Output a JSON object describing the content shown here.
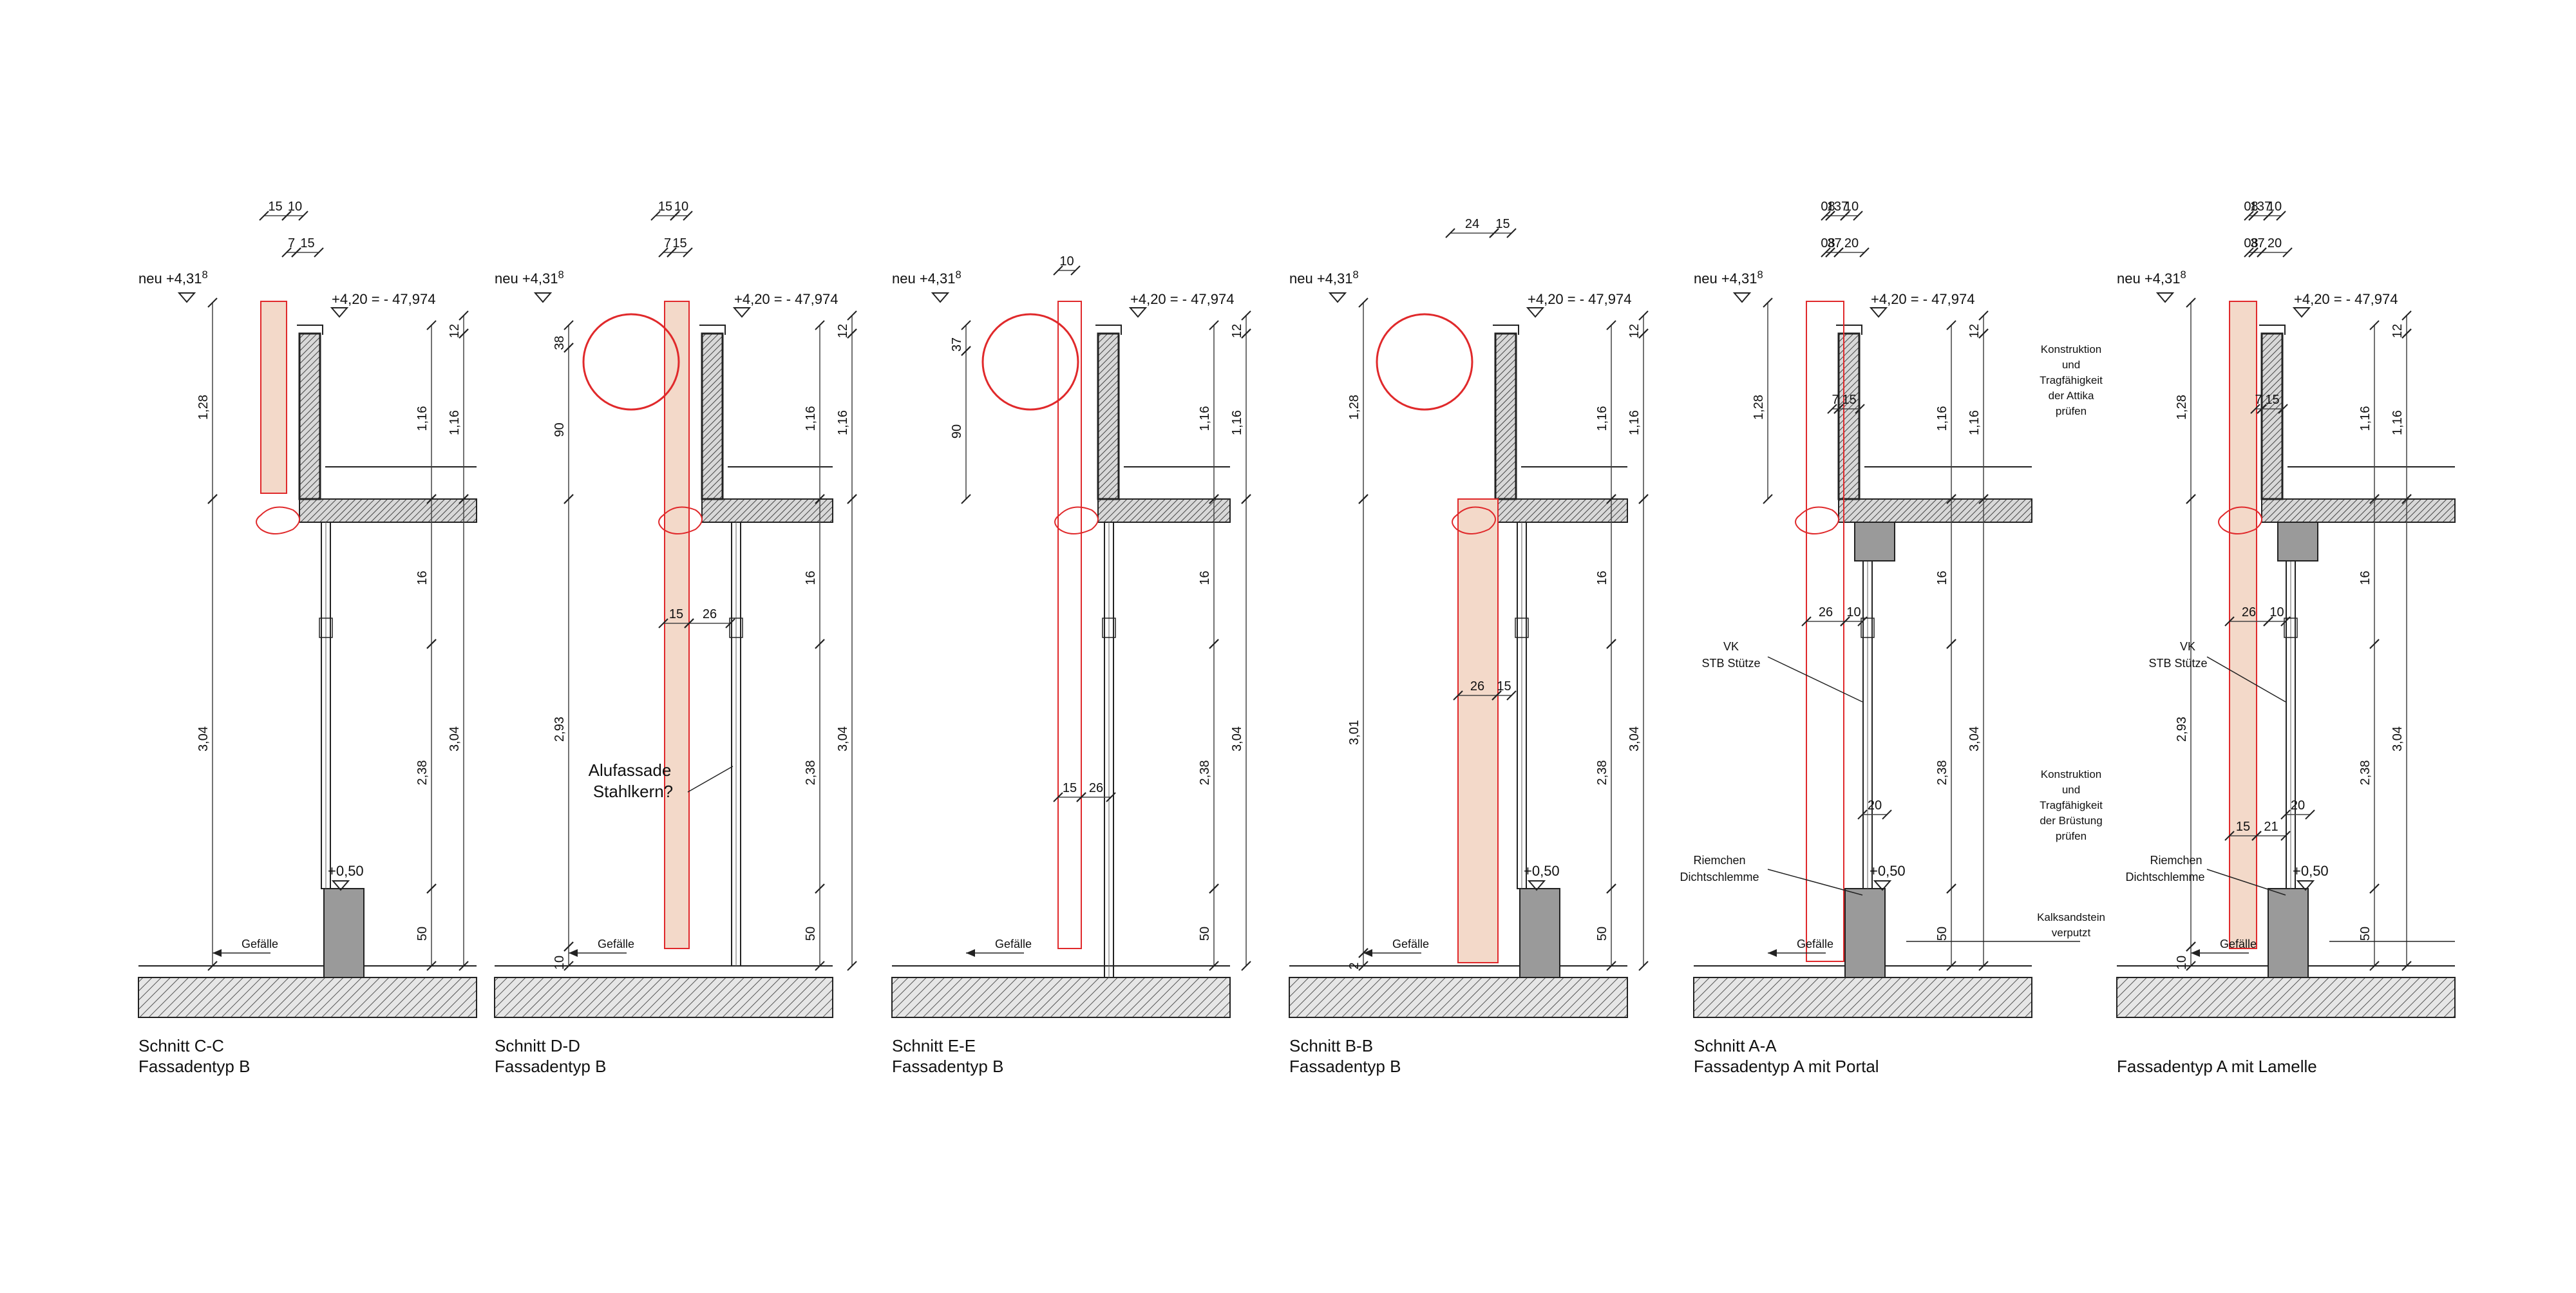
{
  "sections": [
    {
      "id": "cc",
      "title": "Schnitt C-C",
      "subtitle": "Fassadentyp B",
      "top_left_level": "neu +4,31",
      "top_left_sup": "8",
      "level_top": "+4,20 =  - 47,974",
      "level_bottom": "+0,50",
      "slope": "Gefälle",
      "dims_top": [
        "15",
        "10",
        "7",
        "15"
      ],
      "dims_left": [
        "1,28",
        "3,04"
      ],
      "dims_right_a": [
        "1,16",
        "16",
        "2,38",
        "50"
      ],
      "dims_right_b": [
        "12",
        "1,16",
        "3,04"
      ],
      "notes": []
    },
    {
      "id": "dd",
      "title": "Schnitt D-D",
      "subtitle": "Fassadentyp B",
      "top_left_level": "neu +4,31",
      "top_left_sup": "8",
      "level_top": "+4,20 =  - 47,974",
      "slope": "Gefälle",
      "dims_top": [
        "15",
        "10",
        "7",
        "15"
      ],
      "dims_left": [
        "38",
        "90",
        "2,93",
        "10"
      ],
      "dims_mid": [
        "15",
        "26"
      ],
      "dims_right_a": [
        "1,16",
        "16",
        "2,38",
        "50"
      ],
      "dims_right_b": [
        "12",
        "1,16",
        "3,04"
      ],
      "notes": [
        "Alufassade",
        "Stahlkern?"
      ]
    },
    {
      "id": "ee",
      "title": "Schnitt E-E",
      "subtitle": "Fassadentyp B",
      "top_left_level": "neu +4,31",
      "top_left_sup": "8",
      "level_top": "+4,20 =  - 47,974",
      "slope": "Gefälle",
      "dims_top": [
        "10"
      ],
      "dims_left": [
        "37",
        "90"
      ],
      "dims_mid": [
        "15",
        "26"
      ],
      "dims_right_a": [
        "1,16",
        "16",
        "2,38",
        "50"
      ],
      "dims_right_b": [
        "12",
        "1,16",
        "3,04"
      ],
      "notes": []
    },
    {
      "id": "bb",
      "title": "Schnitt B-B",
      "subtitle": "Fassadentyp B",
      "top_left_level": "neu +4,31",
      "top_left_sup": "8",
      "level_top": "+4,20 =  - 47,974",
      "level_bottom": "+0,50",
      "slope": "Gefälle",
      "dims_top": [
        "24",
        "15"
      ],
      "dims_left": [
        "1,28",
        "3,01",
        "2"
      ],
      "dims_mid": [
        "26",
        "15"
      ],
      "dims_right_a": [
        "1,16",
        "16",
        "2,38",
        "50"
      ],
      "dims_right_b": [
        "12",
        "1,16",
        "3,04"
      ],
      "notes": []
    },
    {
      "id": "aa",
      "title": "Schnitt A-A",
      "subtitle": "Fassadentyp A mit Portal",
      "top_left_level": "neu +4,31",
      "top_left_sup": "8",
      "level_top": "+4,20 =  - 47,974",
      "level_bottom": "+0,50",
      "slope": "Gefälle",
      "dims_top": [
        "0",
        "8",
        "13",
        "7",
        "10",
        "0",
        "8",
        "3",
        "7",
        "20"
      ],
      "dims_left": [
        "1,28"
      ],
      "dims_mid": [
        "7",
        "15",
        "26",
        "10",
        "20"
      ],
      "dims_right_a": [
        "1,16",
        "16",
        "2,38",
        "50"
      ],
      "dims_right_b": [
        "12",
        "1,16",
        "3,04"
      ],
      "labels": [
        "VK",
        "STB Stütze",
        "Riemchen",
        "Dichtschlemme"
      ],
      "notes": [
        "Konstruktion",
        "und",
        "Tragfähigkeit",
        "der Attika",
        "prüfen",
        "Konstruktion",
        "und",
        "Tragfähigkeit",
        "der Brüstung",
        "prüfen",
        "Kalksandstein",
        "verputzt"
      ]
    },
    {
      "id": "lamelle",
      "title": "",
      "subtitle": "Fassadentyp A mit Lamelle",
      "top_left_level": "neu +4,31",
      "top_left_sup": "8",
      "level_top": "+4,20 =  - 47,974",
      "level_bottom": "+0,50",
      "slope": "Gefälle",
      "dims_top": [
        "0",
        "8",
        "13",
        "7",
        "10",
        "0",
        "8",
        "3",
        "7",
        "20"
      ],
      "dims_left": [
        "1,28",
        "2,93",
        "10"
      ],
      "dims_mid": [
        "7",
        "15",
        "26",
        "10",
        "15",
        "21",
        "20"
      ],
      "dims_right_a": [
        "1,16",
        "16",
        "2,38",
        "50"
      ],
      "dims_right_b": [
        "12",
        "1,16",
        "3,04"
      ],
      "labels": [
        "VK",
        "STB Stütze",
        "Riemchen",
        "Dichtschlemme"
      ],
      "notes": []
    }
  ],
  "colors": {
    "line": "#222222",
    "red": "#e0292b",
    "fill_peach": "#f3d9c9",
    "wall": "#9a9a9a",
    "hatch": "#555555"
  }
}
